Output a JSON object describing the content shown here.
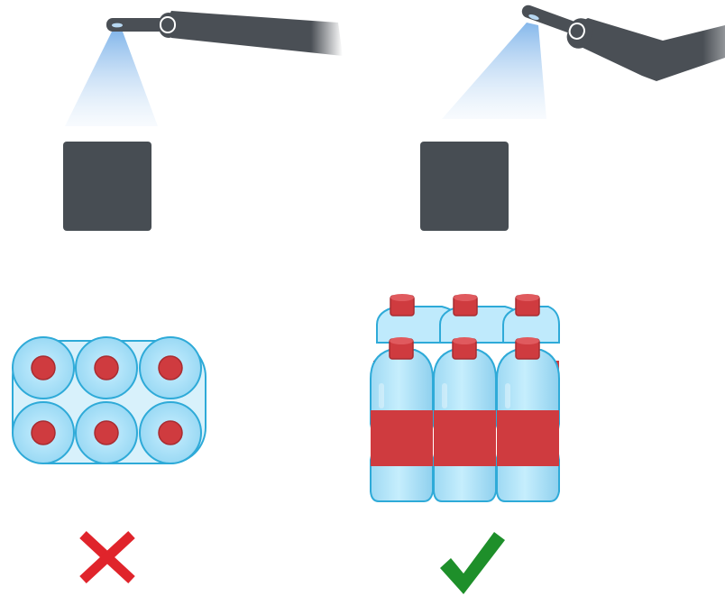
{
  "panels": [
    {
      "id": "left",
      "arm_icon": "robot-arm-icon",
      "spray_icon": "light-cone-icon",
      "block_icon": "dark-block-icon",
      "package_icon": "top-view-bottle-pack-icon",
      "verdict_icon": "cross-icon",
      "verdict": "incorrect"
    },
    {
      "id": "right",
      "arm_icon": "robot-arm-icon",
      "spray_icon": "light-cone-icon",
      "block_icon": "dark-block-icon",
      "package_icon": "angled-view-bottle-pack-icon",
      "verdict_icon": "check-icon",
      "verdict": "correct"
    }
  ],
  "colors": {
    "arm": "#4a4f55",
    "block": "#474d53",
    "light": "#9ec6ee",
    "bottle": "#aee3f8",
    "bottle_stroke": "#2eaad8",
    "cap": "#cf3b3f",
    "cap_dark": "#a82c31",
    "label": "#cf3b3f",
    "cross": "#e0242b",
    "check": "#1e8f2a"
  }
}
